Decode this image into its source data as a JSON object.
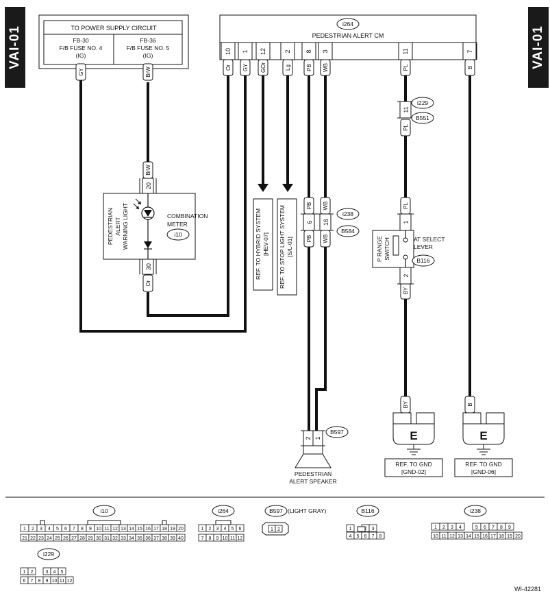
{
  "page": {
    "side_tag": "VAI-01",
    "figure_id": "WI-42281"
  },
  "power": {
    "title": "TO POWER SUPPLY CIRCUIT",
    "fuse1": [
      "FB-30",
      "F/B FUSE NO. 4",
      "(IG)"
    ],
    "fuse2": [
      "FB-36",
      "F/B FUSE NO. 5",
      "(IG)"
    ]
  },
  "cm": {
    "connector": "i264",
    "title": "PEDESTRIAN ALERT CM",
    "pins": [
      "10",
      "1",
      "12",
      "2",
      "8",
      "3",
      "11",
      "7"
    ],
    "wires": [
      "Or",
      "GY",
      "GOr",
      "Lg",
      "PB",
      "WB",
      "PL",
      "B"
    ]
  },
  "wires": {
    "gy": "GY",
    "brw": "BrW",
    "or": "Or",
    "pb": "PB",
    "wb": "WB",
    "pl": "PL",
    "by": "BY",
    "b": "B"
  },
  "meter": {
    "label": "COMBINATION METER",
    "light_lines": [
      "PEDESTRIAN",
      "ALERT",
      "WARNING LIGHT"
    ],
    "connector": "i10",
    "pin_top": "20",
    "pin_bottom": "30"
  },
  "refs": {
    "hybrid": [
      "REF. TO HYBRID SYSTEM",
      "[HEV-07]"
    ],
    "stop": [
      "REF. TO STOP LIGHT SYSTEM",
      "[S/L-01]"
    ]
  },
  "joint_i238": {
    "connector_a": "i238",
    "connector_b": "B584",
    "pin_pb": "6",
    "pin_wb": "16"
  },
  "joint_i229": {
    "connector_a": "i229",
    "connector_b": "B551",
    "pin": "11"
  },
  "switch": {
    "lines": [
      "P RANGE",
      "SWITCH"
    ],
    "location": [
      "AT SELECT",
      "LEVER"
    ],
    "connector": "B116",
    "pin_top": "1",
    "pin_bottom": "2"
  },
  "speaker": {
    "connector": "B597",
    "pin_left": "2",
    "pin_right": "1",
    "label": [
      "PEDESTRIAN",
      "ALERT SPEAKER"
    ]
  },
  "grounds": [
    {
      "symbol": "E",
      "label": [
        "REF. TO GND",
        "[GND-02]"
      ]
    },
    {
      "symbol": "E",
      "label": [
        "REF. TO GND",
        "[GND-06]"
      ]
    }
  ],
  "connector_views": {
    "i10": {
      "name": "i10",
      "row1": [
        "1",
        "2",
        "3",
        "4",
        "5",
        "6",
        "7",
        "8",
        "9",
        "10",
        "11",
        "12",
        "13",
        "14",
        "15",
        "16",
        "17",
        "18",
        "19",
        "20"
      ],
      "row2": [
        "21",
        "22",
        "23",
        "24",
        "25",
        "26",
        "27",
        "28",
        "29",
        "30",
        "31",
        "32",
        "33",
        "34",
        "35",
        "36",
        "37",
        "38",
        "39",
        "40"
      ]
    },
    "i264": {
      "name": "i264",
      "row1": [
        "1",
        "2",
        "3",
        "4",
        "5",
        "6"
      ],
      "row2": [
        "7",
        "8",
        "9",
        "10",
        "11",
        "12"
      ]
    },
    "b597": {
      "name": "B597",
      "note": "(LIGHT GRAY)",
      "row1": [
        "1",
        "2"
      ]
    },
    "b116": {
      "name": "B116",
      "row1": [
        "1",
        "",
        "2",
        "3"
      ],
      "row2": [
        "4",
        "5",
        "6",
        "7",
        "8"
      ]
    },
    "i238": {
      "name": "i238",
      "row1": [
        "1",
        "2",
        "3",
        "4",
        "",
        "5",
        "6",
        "7",
        "8",
        "9"
      ],
      "row2": [
        "10",
        "11",
        "12",
        "13",
        "14",
        "15",
        "16",
        "17",
        "18",
        "19",
        "20"
      ]
    },
    "i229": {
      "name": "i229",
      "row1": [
        "1",
        "2",
        "",
        "3",
        "4",
        "5"
      ],
      "row2": [
        "6",
        "7",
        "8",
        "9",
        "10",
        "11",
        "12"
      ]
    }
  }
}
